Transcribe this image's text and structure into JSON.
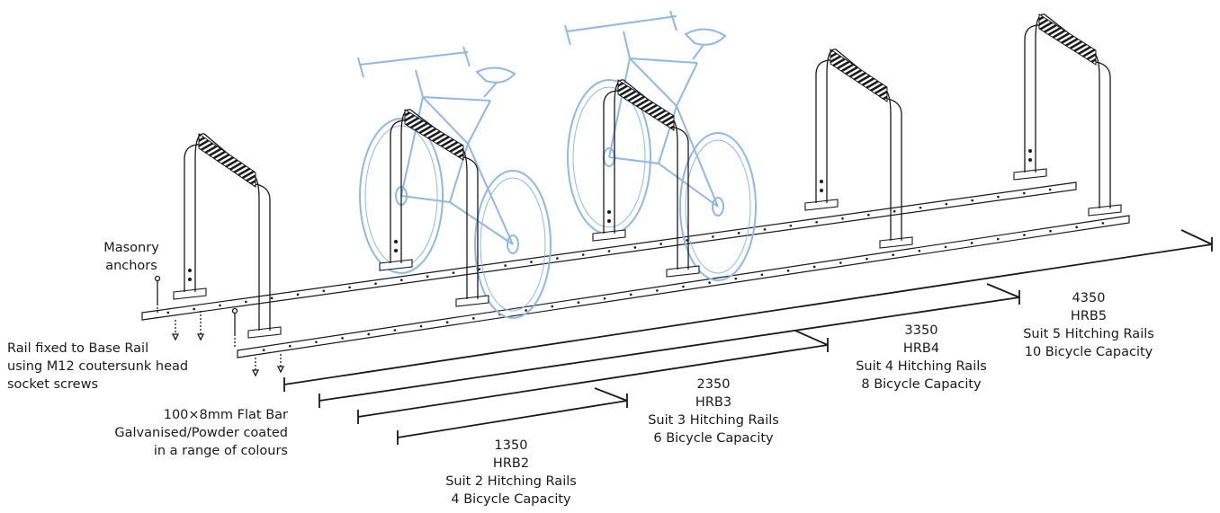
{
  "callouts": {
    "anchors": [
      "Masonry",
      "anchors"
    ],
    "rail_fixing": [
      "Rail fixed to Base Rail",
      "using M12 coutersunk head",
      "socket screws"
    ],
    "flat_bar": [
      "100×8mm Flat Bar",
      "Galvanised/Powder coated",
      "in a range of colours"
    ]
  },
  "dimensions": [
    {
      "length": "1350",
      "model": "HRB2",
      "rails": "Suit 2 Hitching Rails",
      "capacity": "4 Bicycle Capacity"
    },
    {
      "length": "2350",
      "model": "HRB3",
      "rails": "Suit 3 Hitching Rails",
      "capacity": "6 Bicycle Capacity"
    },
    {
      "length": "3350",
      "model": "HRB4",
      "rails": "Suit 4 Hitching Rails",
      "capacity": "8 Bicycle Capacity"
    },
    {
      "length": "4350",
      "model": "HRB5",
      "rails": "Suit 5 Hitching Rails",
      "capacity": "10 Bicycle Capacity"
    }
  ],
  "colors": {
    "bicycle": "#8fb8e6",
    "line": "#1a1a1a"
  }
}
